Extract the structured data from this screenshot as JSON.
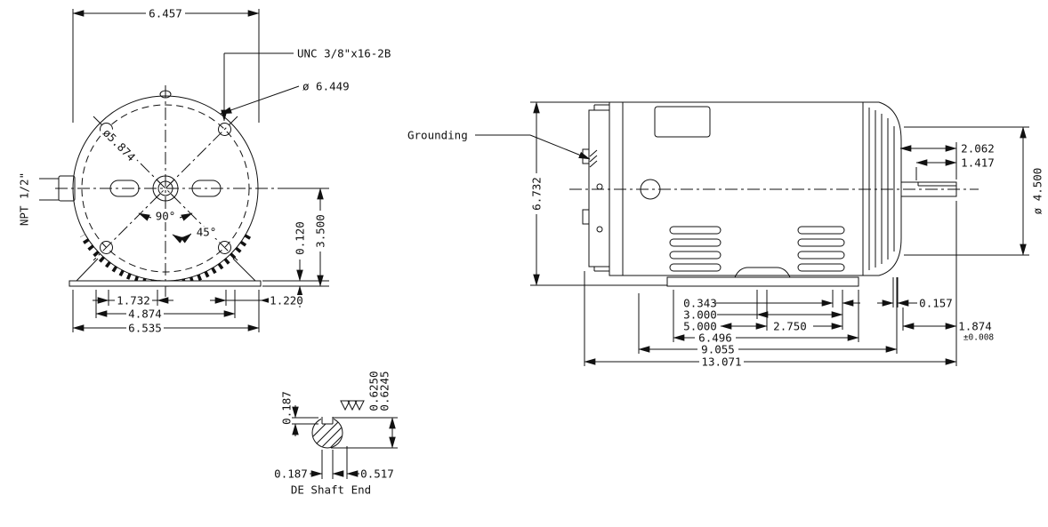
{
  "front": {
    "dim_width_top": "6.457",
    "label_unc": "UNC 3/8\"x16-2B",
    "dim_outer_dia": "ø 6.449",
    "dim_bolt_circle": "ø5.874",
    "dim_angle_quad": "90°",
    "dim_angle_bolt": "45°",
    "label_npt": "NPT 1/2\"",
    "dim_pad_thickness": "0.120",
    "dim_shaft_height": "3.500",
    "dim_slot_spacing": "1.732",
    "dim_slot_to_edge": "1.220",
    "dim_slot_span": "4.874",
    "dim_base_width": "6.535"
  },
  "side": {
    "label_grounding": "Grounding",
    "dim_frame_height": "6.732",
    "dim_shaft_ext": "2.062",
    "dim_key_length": "1.417",
    "dim_bell_dia": "ø 4.500",
    "dim_slot_width": "0.343",
    "dim_holes_a": "3.000",
    "dim_holes_b": "5.000",
    "dim_offset": "2.750",
    "dim_feet_span": "6.496",
    "dim_body_length": "9.055",
    "dim_overall": "13.071",
    "dim_clearance": "0.157",
    "dim_shaft_len": "1.874",
    "tol_shaft_len": "±0.008"
  },
  "shaft": {
    "dim_key_depth": "0.187",
    "dim_dia_max": "0.6250",
    "dim_dia_min": "0.6245",
    "dim_key_width": "0.187",
    "dim_flat_len": "0.517",
    "label_caption": "DE Shaft End"
  }
}
